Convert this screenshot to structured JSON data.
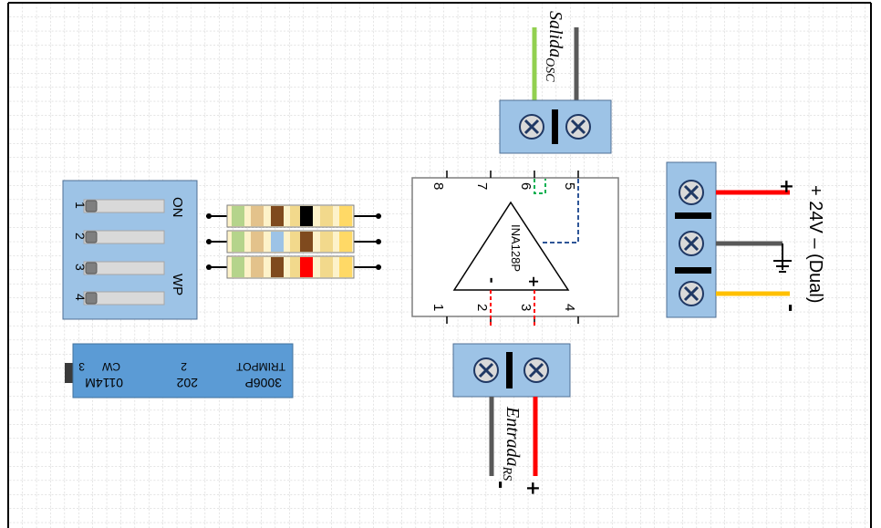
{
  "colors": {
    "background": "#ffffff",
    "grid": "#b9b9b9",
    "border": "#000000",
    "component_fill": "#9dc3e6",
    "component_stroke": "#4f6f94",
    "terminal_fill": "#d9d9d9",
    "wire_red": "#ff0000",
    "wire_gray": "#595959",
    "wire_green": "#92d050",
    "wire_yellow": "#ffc000",
    "trace_green": "#00b050",
    "trace_blue": "#2e5597",
    "trace_red": "#ff0000",
    "resistor_body": "#fdf2c9"
  },
  "output_connector": {
    "label": "Salida",
    "subscript": "OSC"
  },
  "input_connector": {
    "label": "Entrada",
    "subscript": "RS",
    "minus_sign": "-",
    "plus_sign": "+"
  },
  "power_connector": {
    "label": "+ 24V – (Dual)",
    "plus_sign": "+",
    "minus_sign": "-",
    "ground_icon": "ground-icon"
  },
  "dip_switch": {
    "switch_numbers": [
      "1",
      "2",
      "3",
      "4"
    ],
    "on_label": "ON",
    "wp_label": "WP"
  },
  "resistors": [
    {
      "bands": [
        "#b5d48b",
        "#e3c28b",
        "#7f4a1e",
        "#f2d98c",
        "#000000",
        "#f2d98c",
        "#ffd966"
      ]
    },
    {
      "bands": [
        "#b5d48b",
        "#e3c28b",
        "#9dc3e6",
        "#f2d98c",
        "#7f4a1e",
        "#f2d98c",
        "#ffd966"
      ]
    },
    {
      "bands": [
        "#b5d48b",
        "#e3c28b",
        "#7f4a1e",
        "#f2d98c",
        "#ff0000",
        "#f2d98c",
        "#ffd966"
      ]
    }
  ],
  "ina128p": {
    "name": "INA128P",
    "pins_top": [
      "8",
      "7",
      "6",
      "5"
    ],
    "pins_bottom": [
      "1",
      "2",
      "3",
      "4"
    ],
    "input_minus": "-",
    "input_plus": "+"
  },
  "trimpot": {
    "line1": [
      "0114M",
      "202",
      "3006P"
    ],
    "line2": [
      "3",
      "CW",
      "2",
      "TRIMPOT"
    ]
  }
}
